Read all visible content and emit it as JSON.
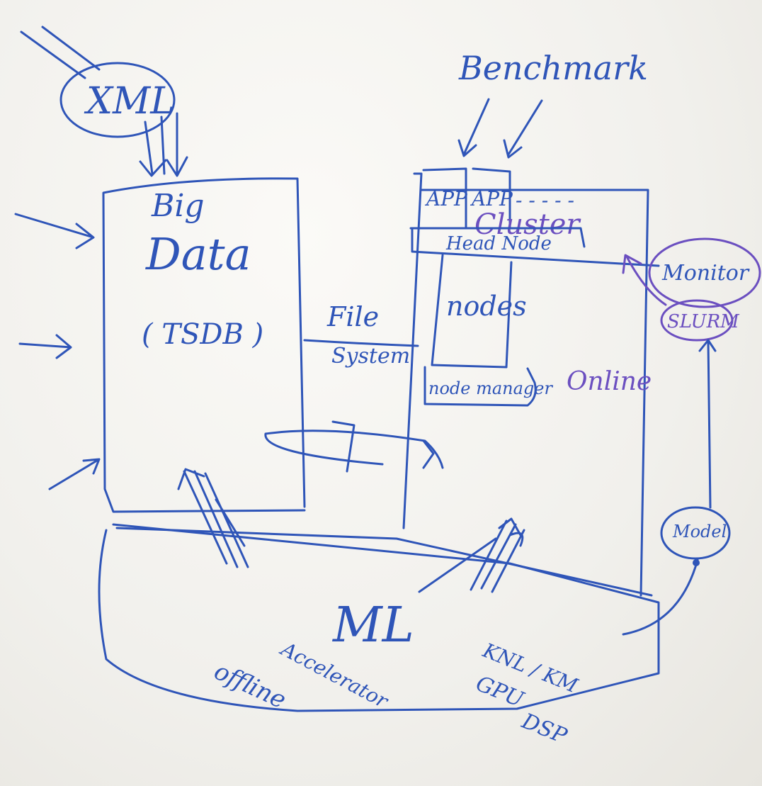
{
  "colors": {
    "ink_blue": "#2f55b8",
    "ink_purple": "#6b4fc0",
    "board": "#f3f2ee"
  },
  "labels": {
    "xml": "XML",
    "big": "Big",
    "data": "Data",
    "tsdb": "( TSDB )",
    "benchmark": "Benchmark",
    "app_1": "APP",
    "app_2": "APP",
    "app_more": "- - - - -",
    "cluster": "Cluster",
    "head_node": "Head Node",
    "nodes": "nodes",
    "node_manager": "node manager",
    "monitor": "Monitor",
    "slurm": "SLURM",
    "file_system_1": "File",
    "file_system_2": "System",
    "online": "Online",
    "model": "Model",
    "ml": "ML",
    "accelerator": "Accelerator",
    "offline": "offline",
    "knl": "KNL / KM",
    "gpu": "GPU",
    "dsp": "DSP"
  }
}
